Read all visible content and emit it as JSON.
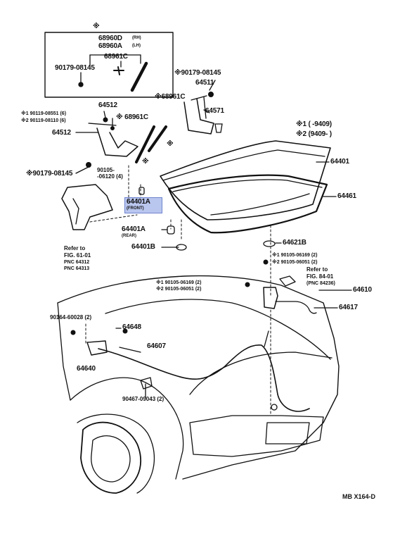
{
  "inset": {
    "mark": "※",
    "p1": "68960D",
    "p1_note": "(RH)",
    "p2": "68960A",
    "p2_note": "(LH)",
    "p3": "68961C",
    "bolt": "90179-08145"
  },
  "labels": {
    "bolt_top": "※90179-08145",
    "p64511": "64511",
    "p68961c_right": "※68961C",
    "p64571": "64571",
    "p64512_top": "64512",
    "bolt6551": "※1 90119-08551 (6)",
    "bolt6110": "※2 90119-08110 (6)",
    "p68961c_mid": "※ 68961C",
    "p64512_left": "64512",
    "mark_a": "※",
    "mark_b": "※",
    "bolt_left": "※90179-08145",
    "bolt90105a": "90105-",
    "bolt90105b": "-06120 (4)",
    "p64401a_front": "64401A",
    "p64401a_front_note": "(FRONT)",
    "p64401a_rear": "64401A",
    "p64401a_rear_note": "(REAR)",
    "p64401b": "64401B",
    "p64401": "64401",
    "p64461": "64461",
    "refer61_1": "Refer to",
    "refer61_2": "FIG. 61-01",
    "refer61_3": "PNC 64312",
    "refer61_4": "PNC 64313",
    "p64621b": "64621B",
    "b1_right": "※1 90105-06169 (2)",
    "b2_right": "※2 90105-06051 (2)",
    "refer84_1": "Refer to",
    "refer84_2": "FIG. 84-01",
    "refer84_3": "(PNC 84236)",
    "b1_mid": "※1 90105-06169 (2)",
    "b2_mid": "※2 90105-06051 (2)",
    "p64610": "64610",
    "p64617": "64617",
    "bolt90164": "90164-60028 (2)",
    "p64648": "64648",
    "p64607": "64607",
    "p64640": "64640",
    "bolt90467": "90467-09043 (2)",
    "footer": "MB  X164-D"
  },
  "legend": {
    "row1": "※1 (        -9409)",
    "row2": "※2 (9409-        )"
  }
}
